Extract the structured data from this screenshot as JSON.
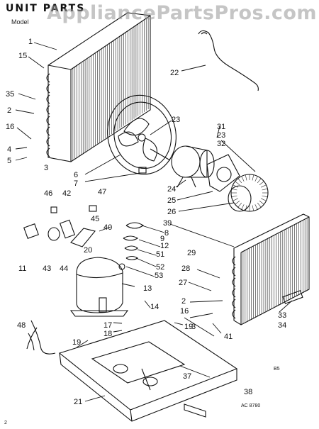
{
  "header": {
    "title": "UNIT PARTS",
    "model_prefix": "Model",
    "watermark": "AppliancePartsPros.com"
  },
  "callouts": [
    "1",
    "15",
    "35",
    "2",
    "16",
    "4",
    "5",
    "3",
    "22",
    "23",
    "6",
    "7",
    "31",
    "23",
    "32",
    "24",
    "25",
    "26",
    "46",
    "42",
    "47",
    "45",
    "40",
    "8",
    "39",
    "9",
    "12",
    "51",
    "52",
    "53",
    "13",
    "14",
    "11",
    "43",
    "44",
    "20",
    "29",
    "28",
    "27",
    "2",
    "16",
    "3",
    "33",
    "34",
    "48",
    "17",
    "18",
    "19",
    "19",
    "41",
    "37",
    "21",
    "38"
  ],
  "footer": {
    "code_b5": "B5",
    "ref_code": "AC 8780",
    "page_mark": "2"
  }
}
